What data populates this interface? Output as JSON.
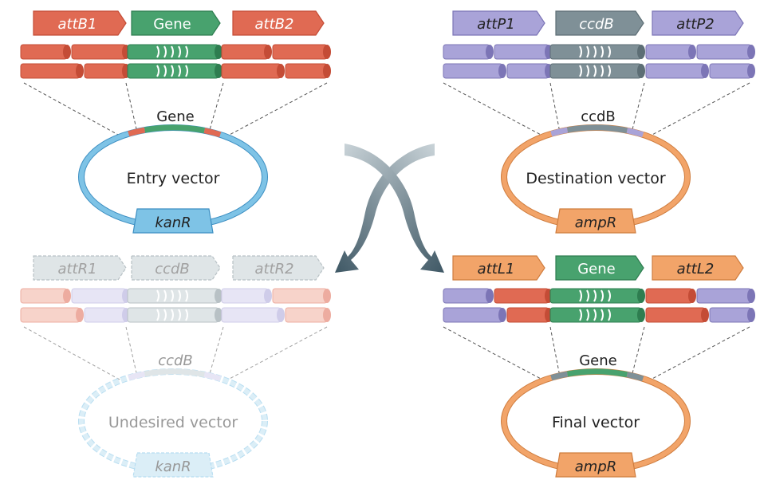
{
  "colors": {
    "red": "#e06a53",
    "red_dark": "#c44c36",
    "red_light": "#f2b09f",
    "green": "#48a26e",
    "green_dark": "#2e7d50",
    "green_light": "#b6dcc4",
    "gray": "#7f9097",
    "gray_dark": "#5d6e75",
    "gray_light": "#c6d0d4",
    "purple": "#a9a3d8",
    "purple_dark": "#7c75b6",
    "purple_light": "#d4d0ee",
    "orange": "#f2a469",
    "orange_dark": "#cf7d3f",
    "blue": "#7ec3e6",
    "blue_dark": "#3d8fc2",
    "blue_light": "#bfe1f2",
    "arrow": "#5b7480"
  },
  "panels": {
    "entry": {
      "segments": [
        {
          "label": "attB1",
          "italic": true,
          "color": "red"
        },
        {
          "label": "Gene",
          "italic": false,
          "color": "green"
        },
        {
          "label": "attB2",
          "italic": true,
          "color": "red"
        }
      ],
      "insert_label": "Gene",
      "insert_italic": false,
      "vector_label": "Entry vector",
      "marker_label": "kanR",
      "ring_color": "blue",
      "marker_color": "blue",
      "flank_color": "red",
      "insert_color": "green"
    },
    "destination": {
      "segments": [
        {
          "label": "attP1",
          "italic": true,
          "color": "purple"
        },
        {
          "label": "ccdB",
          "italic": true,
          "color": "gray"
        },
        {
          "label": "attP2",
          "italic": true,
          "color": "purple"
        }
      ],
      "insert_label": "ccdB",
      "insert_italic": false,
      "vector_label": "Destination vector",
      "marker_label": "ampR",
      "ring_color": "orange",
      "marker_color": "orange",
      "flank_color": "purple",
      "insert_color": "gray"
    },
    "undesired": {
      "segments": [
        {
          "label": "attR1",
          "italic": true,
          "color": "gray"
        },
        {
          "label": "ccdB",
          "italic": true,
          "color": "gray"
        },
        {
          "label": "attR2",
          "italic": true,
          "color": "gray"
        }
      ],
      "insert_label": "ccdB",
      "insert_italic": true,
      "vector_label": "Undesired vector",
      "marker_label": "kanR",
      "ring_color": "blue",
      "marker_color": "blue",
      "flank_color": "purple",
      "insert_color": "gray"
    },
    "final": {
      "segments": [
        {
          "label": "attL1",
          "italic": true,
          "color": "orange"
        },
        {
          "label": "Gene",
          "italic": false,
          "color": "green"
        },
        {
          "label": "attL2",
          "italic": true,
          "color": "orange"
        }
      ],
      "insert_label": "Gene",
      "insert_italic": false,
      "vector_label": "Final vector",
      "marker_label": "ampR",
      "ring_color": "orange",
      "marker_color": "orange",
      "flank_color": "gray",
      "insert_color": "green"
    }
  }
}
